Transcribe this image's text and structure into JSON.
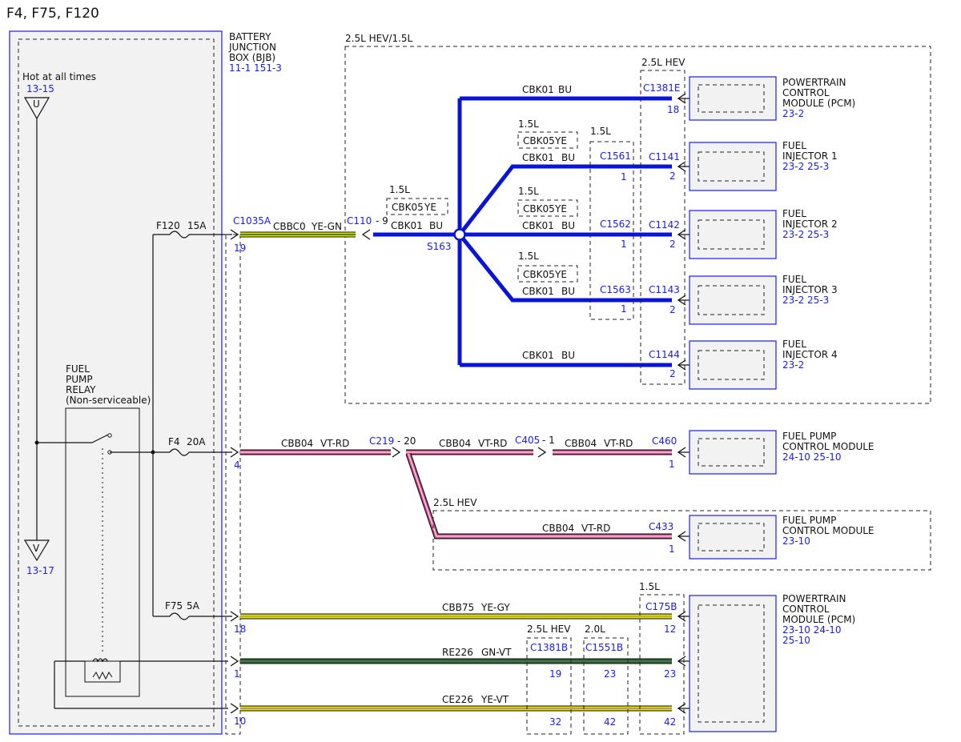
{
  "title": "F4, F75, F120",
  "bjb": {
    "name": [
      "BATTERY",
      "JUNCTION",
      "BOX (BJB)"
    ],
    "refs": "11-1   151-3",
    "hot": "Hot at all times",
    "hot_ref": "13-15",
    "top_term": "U",
    "bottom_term": "V",
    "bottom_ref": "13-17",
    "relay": [
      "FUEL",
      "PUMP",
      "RELAY",
      "(Non-serviceable)"
    ],
    "fuses": [
      {
        "name": "F120",
        "amps": "15A"
      },
      {
        "name": "F4",
        "amps": "20A"
      },
      {
        "name": "F75",
        "amps": "5A"
      }
    ],
    "pins": [
      "19",
      "4",
      "18",
      "1",
      "10"
    ]
  },
  "groups": {
    "hev_15": "2.5L HEV/1.5L",
    "hev": "2.5L HEV",
    "l15": "1.5L",
    "l20": "2.0L"
  },
  "top": {
    "c1035a": "C1035A",
    "cbbc0": "CBBC0",
    "ye_gn": "YE-GN",
    "c110": "C110",
    "c110_pin": "- 9",
    "cbk01": "CBK01",
    "bu": "BU",
    "cbk05": "CBK05",
    "ye": "YE",
    "s163": "S163",
    "c1381e": "C1381E",
    "c1381e_pin": "18",
    "c1561": "C1561",
    "c1562": "C1562",
    "c1563": "C1563",
    "pin1": "1",
    "c1141": "C1141",
    "c1142": "C1142",
    "c1143": "C1143",
    "c1144": "C1144",
    "pin2": "2"
  },
  "modules": {
    "pcm_top": {
      "lines": [
        "POWERTRAIN",
        "CONTROL",
        "MODULE (PCM)"
      ],
      "ref": "23-2"
    },
    "inj1": {
      "lines": [
        "FUEL",
        "INJECTOR 1"
      ],
      "ref": "23-2   25-3"
    },
    "inj2": {
      "lines": [
        "FUEL",
        "INJECTOR 2"
      ],
      "ref": "23-2   25-3"
    },
    "inj3": {
      "lines": [
        "FUEL",
        "INJECTOR 3"
      ],
      "ref": "23-2   25-3"
    },
    "inj4": {
      "lines": [
        "FUEL",
        "INJECTOR 4"
      ],
      "ref": "23-2"
    },
    "fpcm1": {
      "lines": [
        "FUEL PUMP",
        "CONTROL MODULE"
      ],
      "ref": "24-10   25-10"
    },
    "fpcm2": {
      "lines": [
        "FUEL PUMP",
        "CONTROL MODULE"
      ],
      "ref": "23-10"
    },
    "pcm_bottom": {
      "lines": [
        "POWERTRAIN",
        "CONTROL",
        "MODULE (PCM)"
      ],
      "ref1": "23-10   24-10",
      "ref2": "25-10"
    }
  },
  "middle": {
    "cbb04": "CBB04",
    "vt_rd": "VT-RD",
    "c219": "C219",
    "c219_pin": "- 20",
    "c405": "C405",
    "c405_pin": "- 1",
    "c460": "C460",
    "c460_pin": "1",
    "c433": "C433",
    "c433_pin": "1"
  },
  "bottom": {
    "cbb75": "CBB75",
    "ye_gy": "YE-GY",
    "re226": "RE226",
    "gn_vt": "GN-VT",
    "ce226": "CE226",
    "ye_vt": "YE-VT",
    "c175b": "C175B",
    "c1381b": "C1381B",
    "c1551b": "C1551B",
    "pins_c175b": [
      "12",
      "23",
      "42"
    ],
    "pins_c1381b": [
      "19",
      "32"
    ],
    "pins_c1551b": [
      "23",
      "42"
    ]
  },
  "colors": {
    "blue_wire": "#0a14d8",
    "pink_wire": "#e0559a",
    "yellow_wire": "#e6e000",
    "green_wire": "#1f6b1f",
    "label_blue": "#1a1aff"
  }
}
